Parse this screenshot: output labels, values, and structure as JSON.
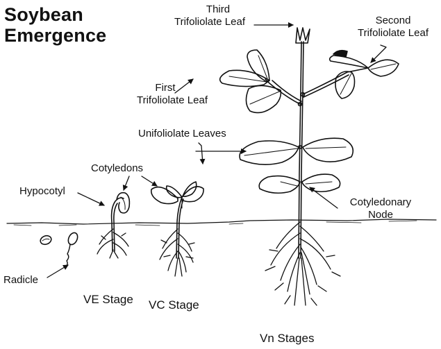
{
  "title": {
    "line1": "Soybean",
    "line2": "Emergence"
  },
  "labels": {
    "third_trifoliolate": [
      "Third",
      "Trifoliolate Leaf"
    ],
    "second_trifoliolate": [
      "Second",
      "Trifoliolate Leaf"
    ],
    "first_trifoliolate": [
      "First",
      "Trifoliolate Leaf"
    ],
    "unifoliolate": "Unifoliolate Leaves",
    "cotyledons": "Cotyledons",
    "hypocotyl": "Hypocotyl",
    "cotyledonary_node": [
      "Cotyledonary",
      "Node"
    ],
    "radicle": "Radicle"
  },
  "stages": {
    "ve": "VE Stage",
    "vc": "VC Stage",
    "vn": "Vn Stages"
  }
}
